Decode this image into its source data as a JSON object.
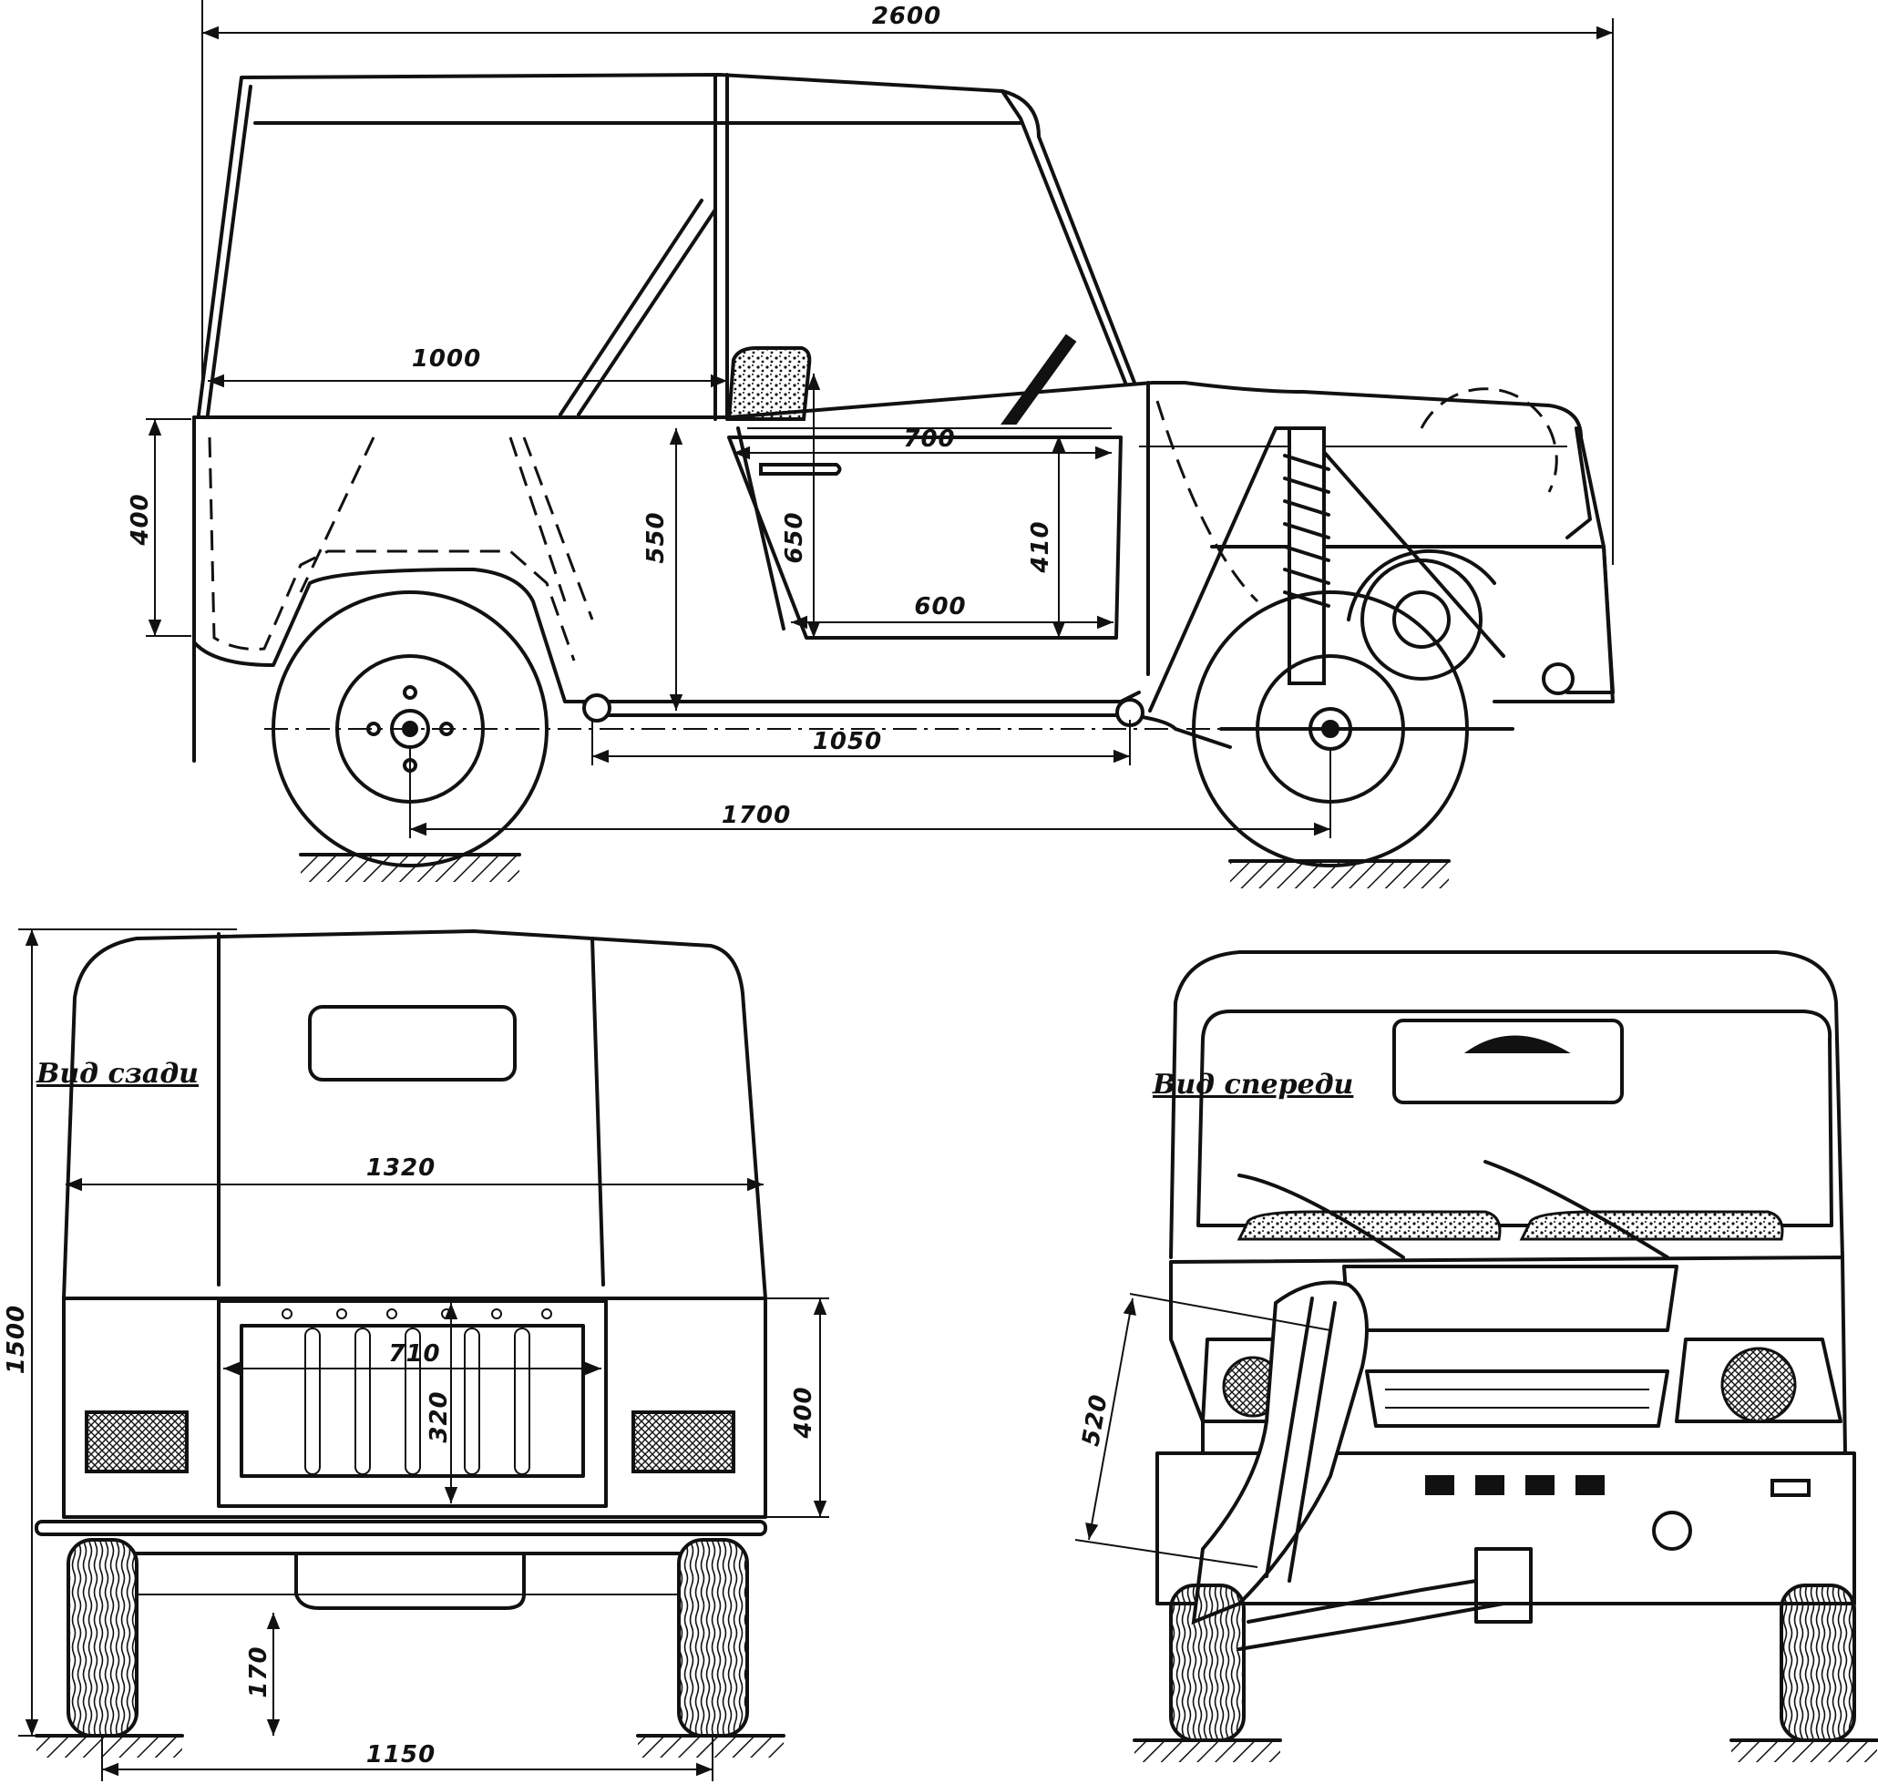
{
  "side_view": {
    "dimensions": {
      "overall_length": "2600",
      "rear_compartment": "1000",
      "rear_height": "400",
      "floor_height": "550",
      "door_height": "650",
      "door_top": "700",
      "door_inner": "410",
      "door_bottom": "600",
      "frame_span": "1050",
      "wheelbase": "1700"
    }
  },
  "rear_view": {
    "label": "Вид сзади",
    "dimensions": {
      "overall_height": "1500",
      "body_width": "1320",
      "tailgate_width": "710",
      "tailgate_height": "320",
      "body_height": "400",
      "ground_clearance": "170",
      "track": "1150"
    }
  },
  "front_view": {
    "label": "Вид спереди",
    "dimensions": {
      "suspension": "520"
    }
  }
}
